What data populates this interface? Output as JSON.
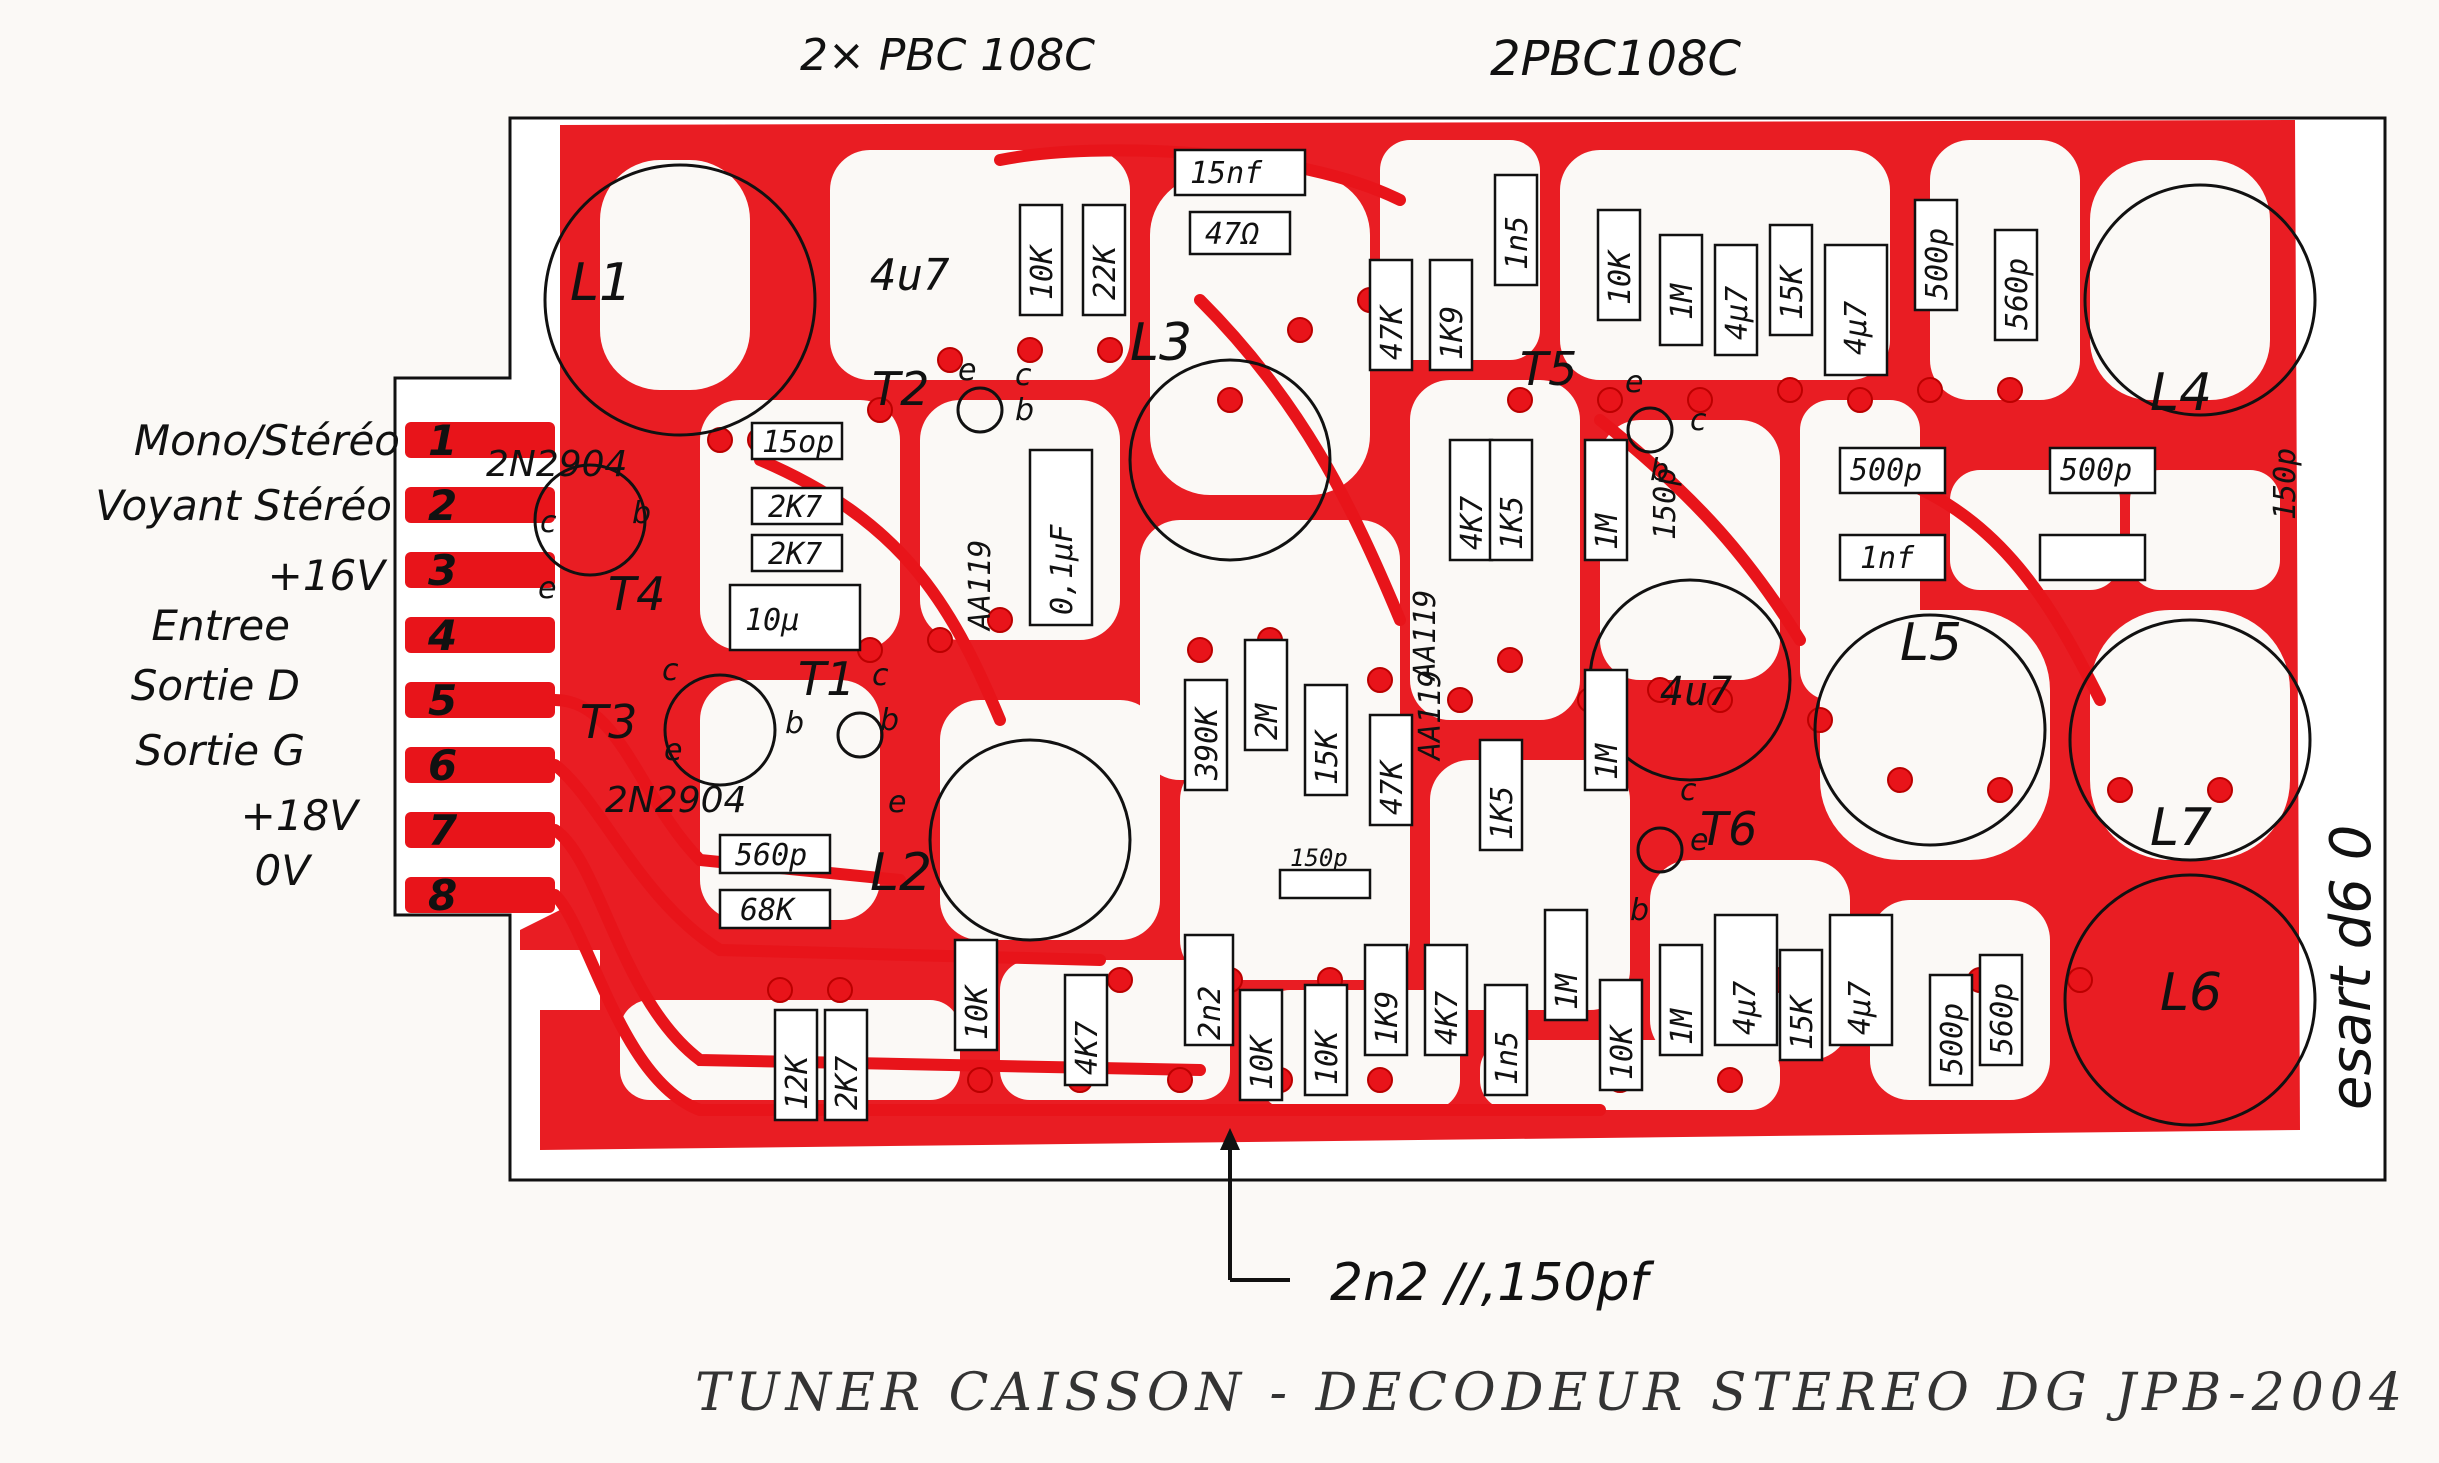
{
  "header": {
    "left_label": "2× PBC 108C",
    "right_label": "2PBC108C"
  },
  "connector": {
    "pins": [
      "1",
      "2",
      "3",
      "4",
      "5",
      "6",
      "7",
      "8"
    ],
    "signals": [
      "Mono/Stéréo",
      "Voyant Stéréo",
      "+16V",
      "Entree",
      "Sortie D",
      "Sortie G",
      "+18V",
      "0V"
    ]
  },
  "transistors": [
    {
      "ref": "T1",
      "pins": [
        "c",
        "b",
        "e"
      ]
    },
    {
      "ref": "T2",
      "pins": [
        "b",
        "c",
        "e"
      ]
    },
    {
      "ref": "T3",
      "type": "2N2904",
      "pins": [
        "c",
        "b",
        "e"
      ]
    },
    {
      "ref": "T4",
      "type": "2N2904",
      "pins": [
        "c",
        "b",
        "e"
      ]
    },
    {
      "ref": "T5",
      "pins": [
        "e",
        "c",
        "b"
      ]
    },
    {
      "ref": "T6",
      "pins": [
        "b",
        "c",
        "e"
      ]
    }
  ],
  "coils": [
    "L1",
    "L2",
    "L3",
    "L4",
    "L5",
    "L6",
    "L7"
  ],
  "components": {
    "top": [
      "4u7",
      "10K",
      "22K",
      "15nf",
      "47Ω",
      "1n5",
      "10K",
      "1M",
      "4µ7",
      "15K",
      "4µ7",
      "500p",
      "560p"
    ],
    "middle": [
      "15op",
      "2K7",
      "2K7",
      "10µ",
      "0,1µF",
      "AA119",
      "47K",
      "1K9",
      "4K7",
      "1K5",
      "1M",
      "1nf",
      "500p",
      "500p",
      "1nf",
      "150p",
      "150p",
      "AA119",
      "1M",
      "4u7"
    ],
    "lower": [
      "390K",
      "2M",
      "15K",
      "47K",
      "1K5",
      "150p",
      "1M",
      "560p",
      "68K",
      "AA119"
    ],
    "bottom": [
      "10K",
      "4K7",
      "2n2",
      "10K",
      "10K",
      "1K9",
      "4K7",
      "1n5",
      "1M",
      "10K",
      "1M",
      "4µ7",
      "15K",
      "4µ7",
      "500p",
      "560p",
      "12K",
      "2K7"
    ]
  },
  "side_label": "esart d6 0",
  "annotation": "2n2 //,150pf",
  "footer": "TUNER CAISSON - DECODEUR STEREO DG JPB-2004",
  "colors": {
    "trace": "#e8141a",
    "background": "#fbf9f6",
    "ink": "#111111"
  }
}
